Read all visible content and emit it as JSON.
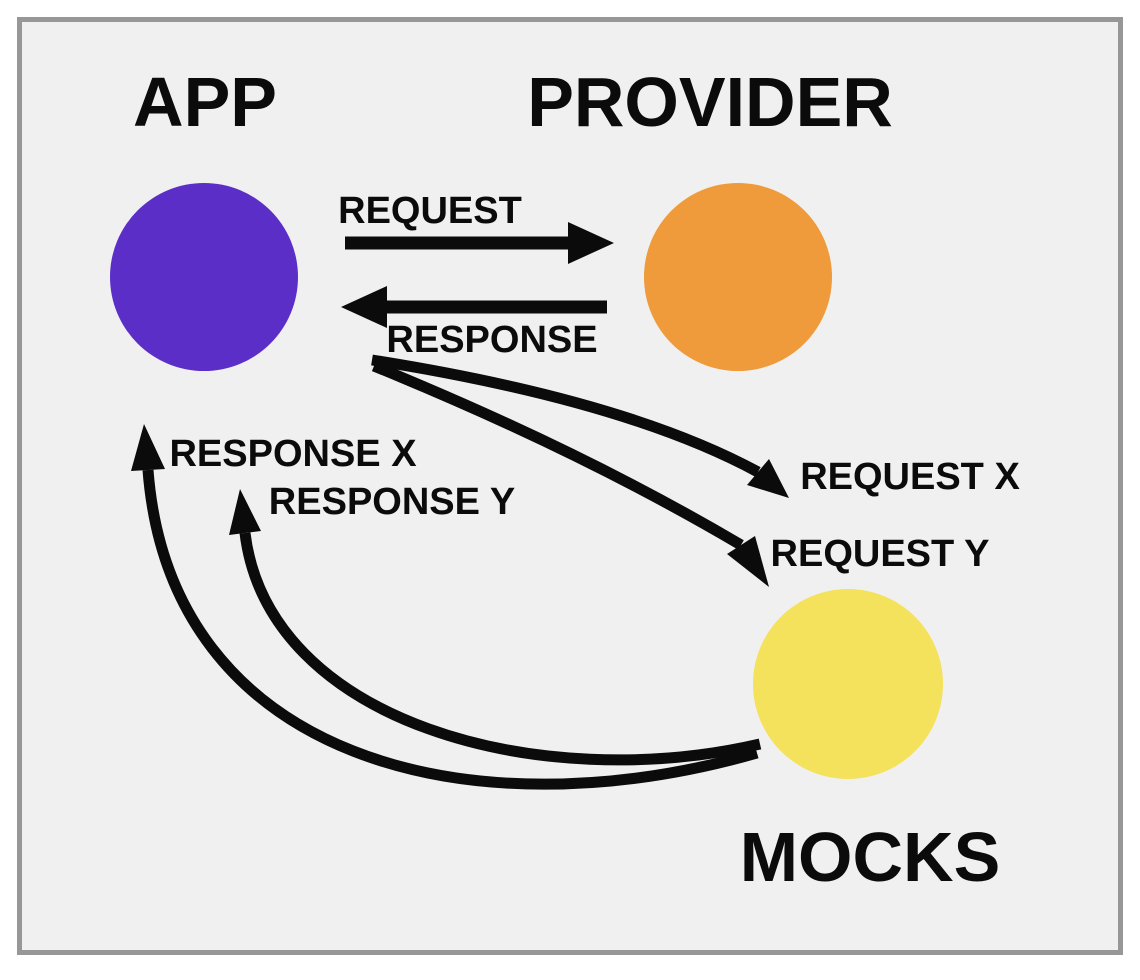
{
  "diagram": {
    "description": "Consumer-driven contract testing diagram showing an app talking to a real provider and to mocks",
    "colors": {
      "page_background": "#FFFFFF",
      "panel_background": "#F0F0F0",
      "panel_border": "#979797",
      "ink": "#0B0B0B"
    },
    "nodes": [
      {
        "id": "app",
        "label": "APP",
        "color": "#5B2EC8"
      },
      {
        "id": "provider",
        "label": "PROVIDER",
        "color": "#EF9A3B"
      },
      {
        "id": "mocks",
        "label": "MOCKS",
        "color": "#F4E15C"
      }
    ],
    "edges": [
      {
        "from": "app",
        "to": "provider",
        "label": "REQUEST"
      },
      {
        "from": "provider",
        "to": "app",
        "label": "RESPONSE"
      },
      {
        "from": "app",
        "to": "mocks",
        "label": "REQUEST X"
      },
      {
        "from": "app",
        "to": "mocks",
        "label": "REQUEST Y"
      },
      {
        "from": "mocks",
        "to": "app",
        "label": "RESPONSE X"
      },
      {
        "from": "mocks",
        "to": "app",
        "label": "RESPONSE Y"
      }
    ]
  }
}
